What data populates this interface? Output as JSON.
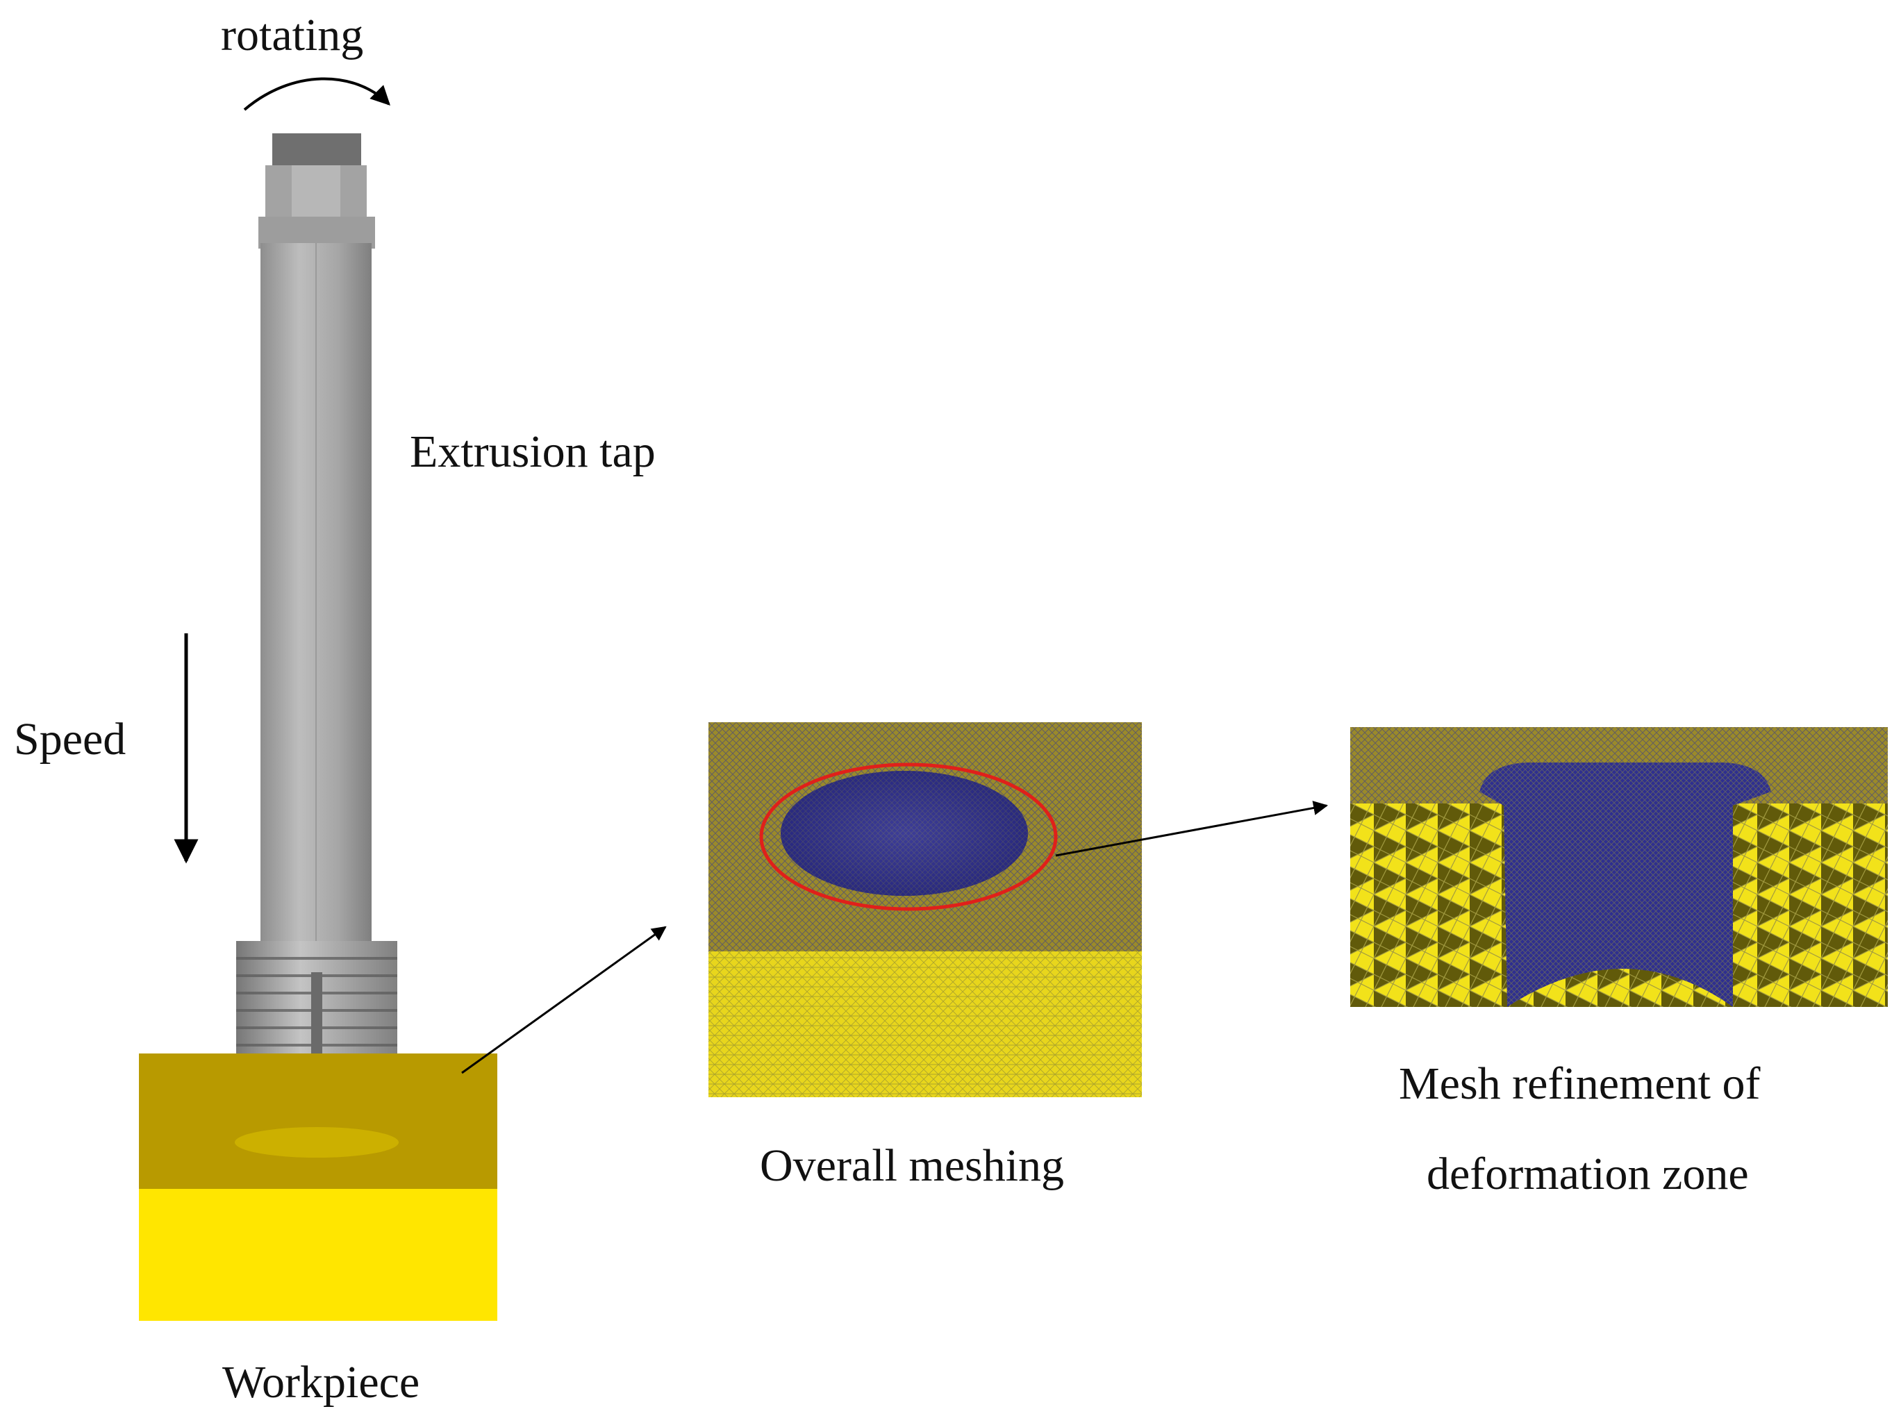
{
  "labels": {
    "rotating": "rotating",
    "extrusion_tap": "Extrusion tap",
    "speed": "Speed",
    "workpiece": "Workpiece",
    "overall_meshing": "Overall meshing",
    "mesh_refinement_line1": "Mesh refinement of",
    "mesh_refinement_line2": "deformation zone"
  },
  "colors": {
    "tap_gray": "#a9a9a9",
    "workpiece_top": "#b89a00",
    "workpiece_side": "#ffe600",
    "mesh_yellow": "#e6d21e",
    "mesh_blue": "#2e2e8c",
    "highlight_red": "#e0201a",
    "arrow": "#000000"
  }
}
